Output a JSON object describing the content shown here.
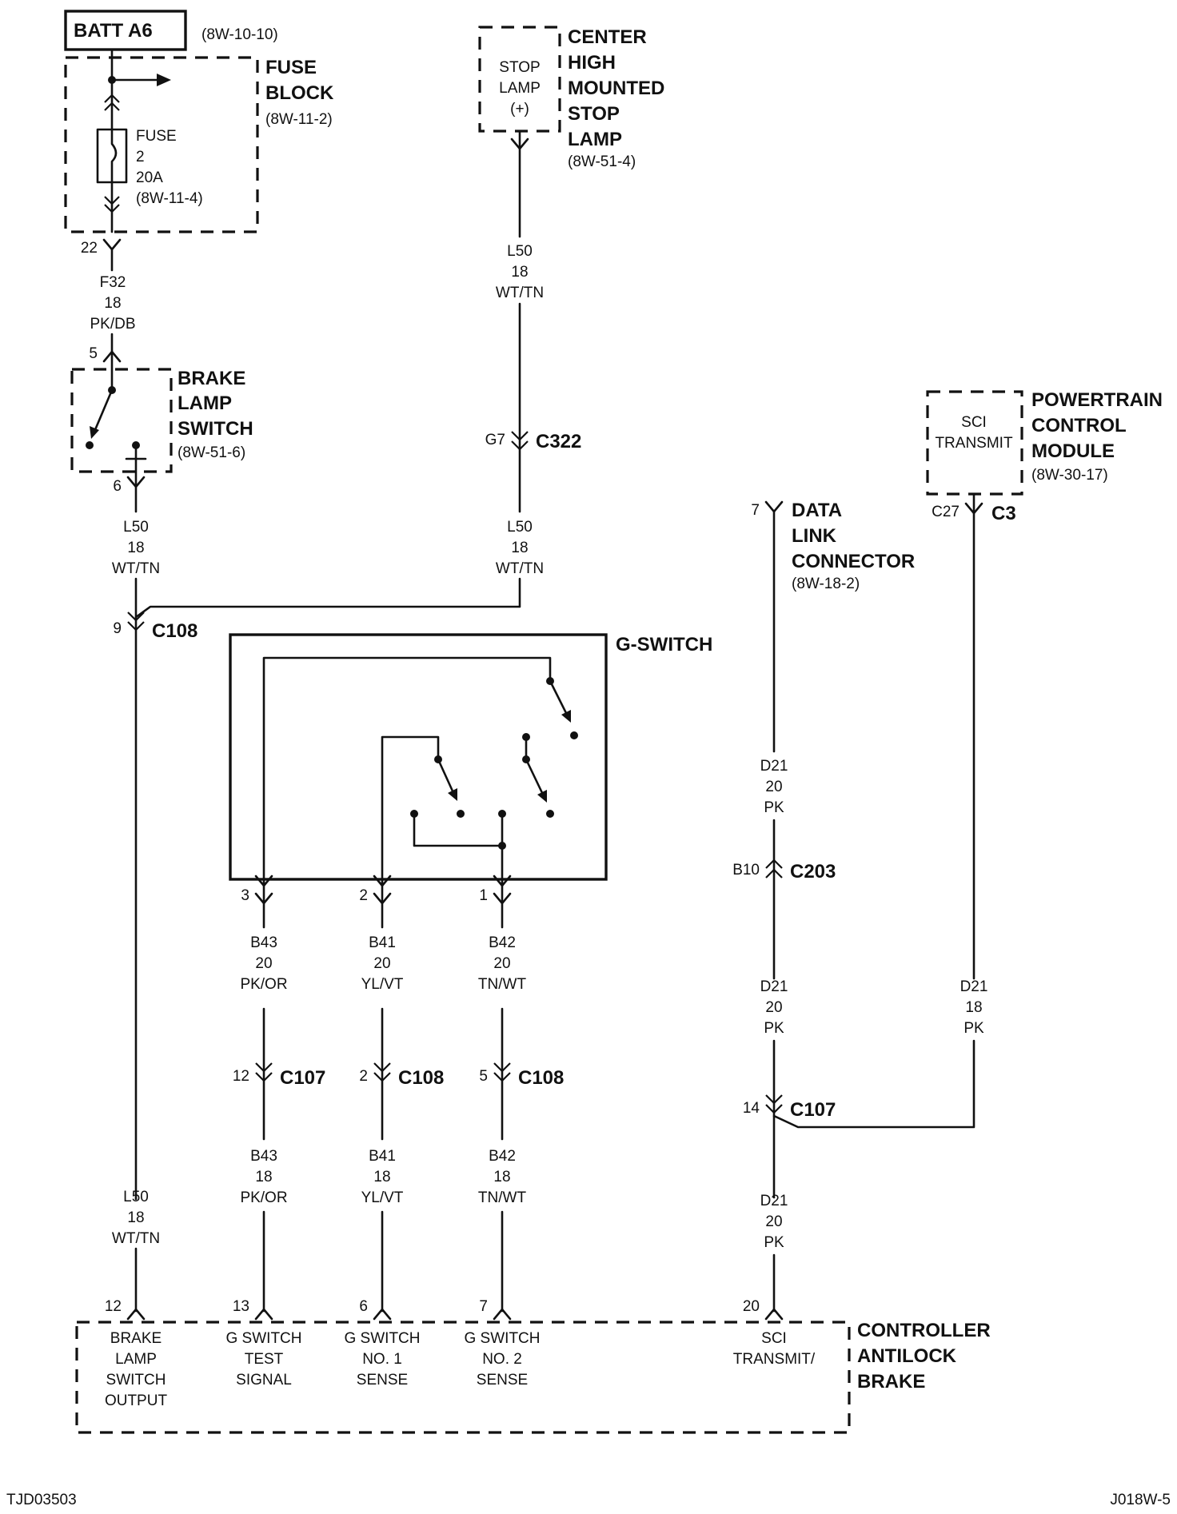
{
  "battery": {
    "label": "BATT A6",
    "ref": "(8W-10-10)"
  },
  "fuse_block": {
    "title": [
      "FUSE",
      "BLOCK"
    ],
    "ref": "(8W-11-2)",
    "fuse": [
      "FUSE",
      "2",
      "20A",
      "(8W-11-4)"
    ],
    "pin": "22"
  },
  "wire_f32": [
    "F32",
    "18",
    "PK/DB"
  ],
  "brake_lamp_switch": {
    "title": [
      "BRAKE",
      "LAMP",
      "SWITCH"
    ],
    "ref": "(8W-51-6)",
    "pin_top": "5",
    "pin_bottom": "6"
  },
  "wire_l50_left_upper": [
    "L50",
    "18",
    "WT/TN"
  ],
  "c108_left": {
    "pin": "9",
    "name": "C108"
  },
  "wire_l50_left_lower": [
    "L50",
    "18",
    "WT/TN"
  ],
  "chmsl": {
    "inner": [
      "STOP",
      "LAMP",
      "(+)"
    ],
    "title": [
      "CENTER",
      "HIGH",
      "MOUNTED",
      "STOP",
      "LAMP"
    ],
    "ref": "(8W-51-4)"
  },
  "wire_l50_center_upper": [
    "L50",
    "18",
    "WT/TN"
  ],
  "c322": {
    "pin": "G7",
    "name": "C322"
  },
  "wire_l50_center_lower": [
    "L50",
    "18",
    "WT/TN"
  ],
  "g_switch": {
    "title": "G-SWITCH",
    "pins": [
      "3",
      "2",
      "1"
    ]
  },
  "wires_upper": [
    [
      "B43",
      "20",
      "PK/OR"
    ],
    [
      "B41",
      "20",
      "YL/VT"
    ],
    [
      "B42",
      "20",
      "TN/WT"
    ]
  ],
  "connectors_mid": [
    {
      "pin": "12",
      "name": "C107"
    },
    {
      "pin": "2",
      "name": "C108"
    },
    {
      "pin": "5",
      "name": "C108"
    }
  ],
  "wires_lower": [
    [
      "B43",
      "18",
      "PK/OR"
    ],
    [
      "B41",
      "18",
      "YL/VT"
    ],
    [
      "B42",
      "18",
      "TN/WT"
    ]
  ],
  "data_link_connector": {
    "pin": "7",
    "title": [
      "DATA",
      "LINK",
      "CONNECTOR"
    ],
    "ref": "(8W-18-2)"
  },
  "wire_d21_dlc_1": [
    "D21",
    "20",
    "PK"
  ],
  "c203": {
    "pin": "B10",
    "name": "C203"
  },
  "wire_d21_dlc_2": [
    "D21",
    "20",
    "PK"
  ],
  "pcm": {
    "inner": [
      "SCI",
      "TRANSMIT"
    ],
    "title": [
      "POWERTRAIN",
      "CONTROL",
      "MODULE"
    ],
    "ref": "(8W-30-17)",
    "pin": "C27",
    "conn": "C3"
  },
  "wire_d21_pcm": [
    "D21",
    "18",
    "PK"
  ],
  "c107_right": {
    "pin": "14",
    "name": "C107"
  },
  "wire_d21_cab": [
    "D21",
    "20",
    "PK"
  ],
  "cab": {
    "title": [
      "CONTROLLER",
      "ANTILOCK",
      "BRAKE"
    ],
    "pins": [
      "12",
      "13",
      "6",
      "7",
      "20"
    ],
    "labels": [
      [
        "BRAKE",
        "LAMP",
        "SWITCH",
        "OUTPUT"
      ],
      [
        "G SWITCH",
        "TEST",
        "SIGNAL"
      ],
      [
        "G SWITCH",
        "NO. 1",
        "SENSE"
      ],
      [
        "G SWITCH",
        "NO. 2",
        "SENSE"
      ],
      [
        "SCI",
        "TRANSMIT/"
      ]
    ]
  },
  "footer": {
    "left": "TJD03503",
    "right": "J018W-5"
  }
}
